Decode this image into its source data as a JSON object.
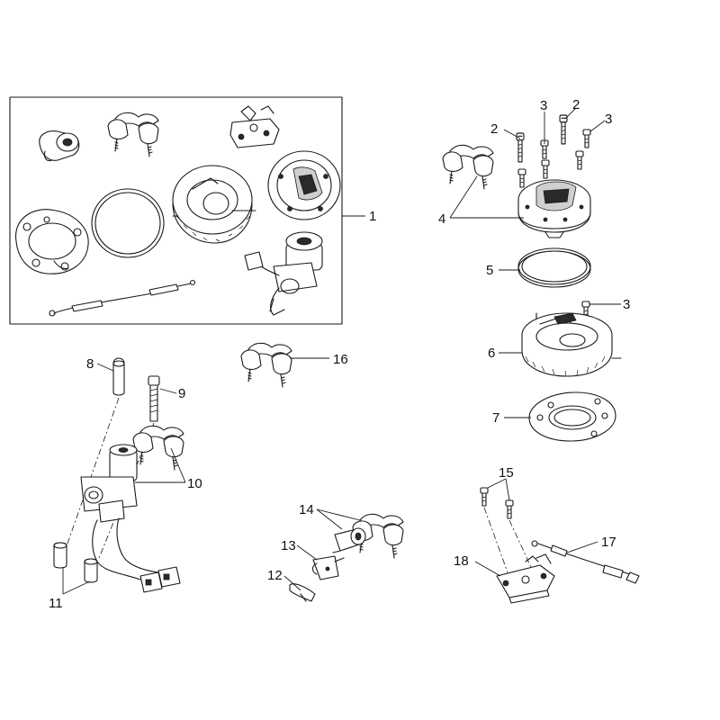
{
  "callouts": [
    {
      "id": "c1",
      "label": "1"
    },
    {
      "id": "c2a",
      "label": "2"
    },
    {
      "id": "c2b",
      "label": "2"
    },
    {
      "id": "c3a",
      "label": "3"
    },
    {
      "id": "c3b",
      "label": "3"
    },
    {
      "id": "c3c",
      "label": "3"
    },
    {
      "id": "c4",
      "label": "4"
    },
    {
      "id": "c5",
      "label": "5"
    },
    {
      "id": "c6",
      "label": "6"
    },
    {
      "id": "c7",
      "label": "7"
    },
    {
      "id": "c8",
      "label": "8"
    },
    {
      "id": "c9",
      "label": "9"
    },
    {
      "id": "c10",
      "label": "10"
    },
    {
      "id": "c11",
      "label": "11"
    },
    {
      "id": "c12",
      "label": "12"
    },
    {
      "id": "c13",
      "label": "13"
    },
    {
      "id": "c14",
      "label": "14"
    },
    {
      "id": "c15",
      "label": "15"
    },
    {
      "id": "c16",
      "label": "16"
    },
    {
      "id": "c17",
      "label": "17"
    },
    {
      "id": "c18",
      "label": "18"
    }
  ]
}
